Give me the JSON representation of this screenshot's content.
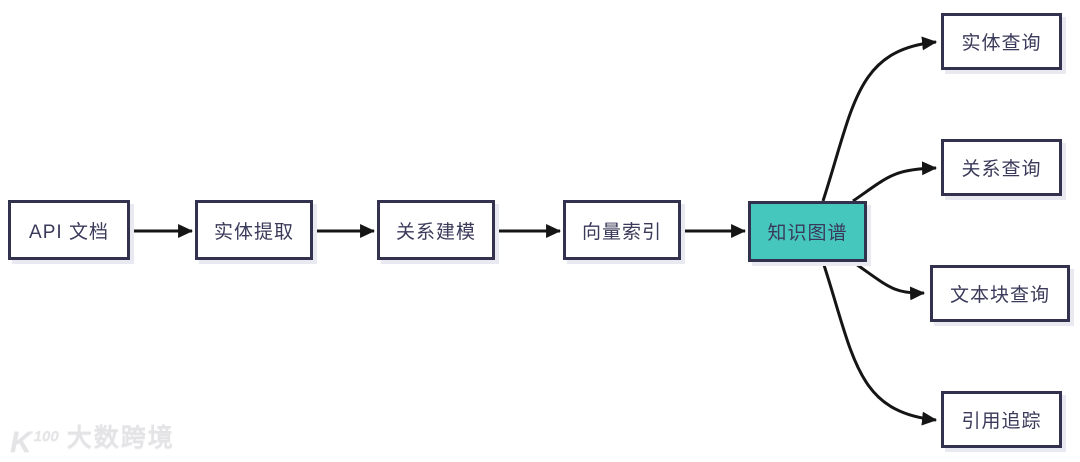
{
  "diagram": {
    "type": "flowchart",
    "pipeline_nodes": [
      {
        "id": "api-doc",
        "label": "API 文档"
      },
      {
        "id": "entity-extract",
        "label": "实体提取"
      },
      {
        "id": "relation-model",
        "label": "关系建模"
      },
      {
        "id": "vector-index",
        "label": "向量索引"
      },
      {
        "id": "knowledge-graph",
        "label": "知识图谱",
        "highlight": true
      }
    ],
    "output_nodes": [
      {
        "id": "entity-query",
        "label": "实体查询"
      },
      {
        "id": "relation-query",
        "label": "关系查询"
      },
      {
        "id": "chunk-query",
        "label": "文本块查询"
      },
      {
        "id": "citation-trace",
        "label": "引用追踪"
      }
    ],
    "edges": [
      {
        "from": "api-doc",
        "to": "entity-extract"
      },
      {
        "from": "entity-extract",
        "to": "relation-model"
      },
      {
        "from": "relation-model",
        "to": "vector-index"
      },
      {
        "from": "vector-index",
        "to": "knowledge-graph"
      },
      {
        "from": "knowledge-graph",
        "to": "entity-query"
      },
      {
        "from": "knowledge-graph",
        "to": "relation-query"
      },
      {
        "from": "knowledge-graph",
        "to": "chunk-query"
      },
      {
        "from": "knowledge-graph",
        "to": "citation-trace"
      }
    ],
    "colors": {
      "node_border": "#32324e",
      "node_fill": "#ffffff",
      "highlight_fill": "#45c7bd",
      "arrow": "#151515",
      "node_shadow": "#e9e9f2",
      "text": "#3a3a5a"
    }
  },
  "watermark": {
    "logo_k": "K",
    "logo_sup": "100",
    "text": "大数跨境"
  }
}
